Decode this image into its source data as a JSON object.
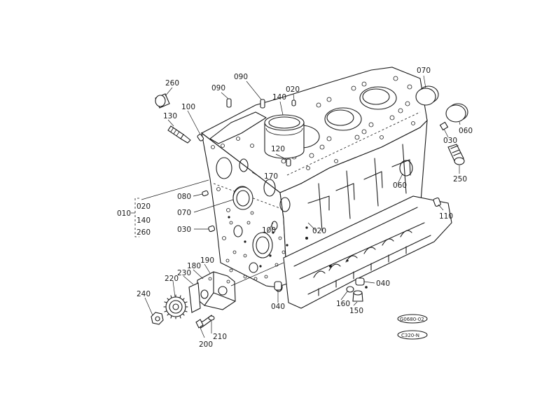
{
  "labels": {
    "l260a": "260",
    "l100a": "100",
    "l130": "130",
    "l090a": "090",
    "l090b": "090",
    "l140a": "140",
    "l020a": "020",
    "l070a": "070",
    "l060a": "060",
    "l030a": "030",
    "l250": "250",
    "l120": "120",
    "l170": "170",
    "l060b": "060",
    "l080": "080",
    "l070b": "070",
    "l030b": "030",
    "l110": "110",
    "l100b": "100",
    "l020b": "020",
    "l190": "190",
    "l180": "180",
    "l230": "230",
    "l220": "220",
    "l240": "240",
    "l040a": "040",
    "l040b": "040",
    "l160": "160",
    "l150": "150",
    "l210": "210",
    "l200": "200"
  },
  "group_bracket": {
    "main": "010",
    "items": [
      "020",
      "140",
      "260"
    ]
  },
  "codes": [
    "G0680-02",
    "C320-N"
  ]
}
